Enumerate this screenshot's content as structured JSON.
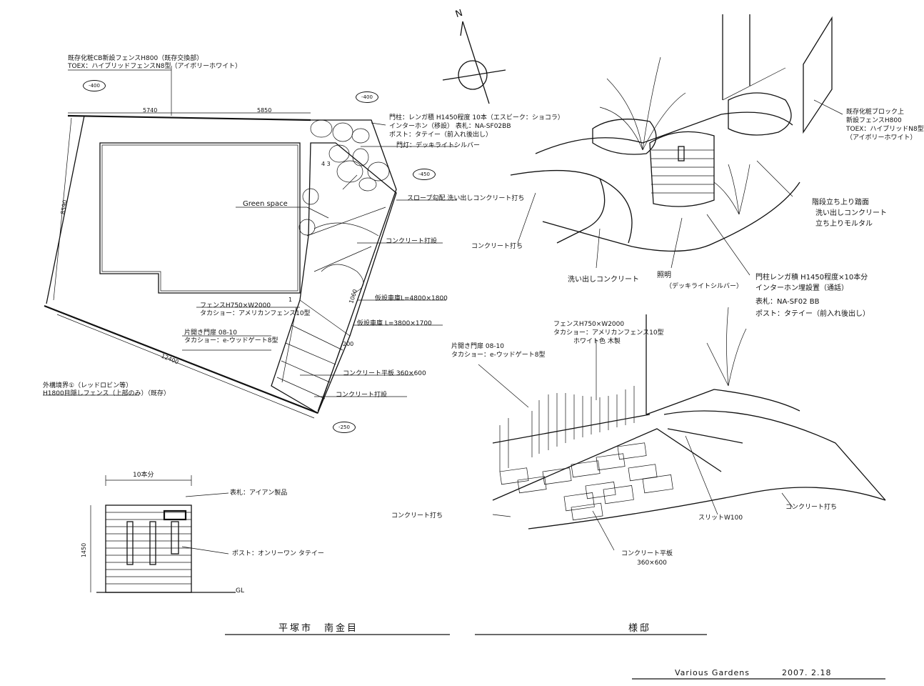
{
  "plan": {
    "notes": {
      "fence_top1": "既存化粧CB新設フェンスH800（既存交換部）",
      "fence_top2": "TOEX：ハイブリッドフェンスN8型（アイボリーホワイト）",
      "gate_brick": "門柱：レンガ積 H1450程度 10本（エスビーク：ショコラ）",
      "intercom": "インターホン（移設）  表札：NA-SF02BB",
      "post": "ポスト：タテイー（前入れ後出し）",
      "light": "門灯：デッキライトシルバー",
      "slope": "スロープ勾配 洗い出しコンクリート打ち",
      "green": "Green space",
      "conc1": "コンクリート打設",
      "car1": "仮設車庫L=4800×1800",
      "car2": "仮設車庫 L=3800×1700",
      "fence_hw": "フェンスH750×W2000",
      "takasho": "タカショー：アメリカンフェンス10型",
      "gate_open": "片開き門扉 08-10",
      "takasho2": "タカショー：e-ウッドゲート8型",
      "paver": "コンクリート平板 360×600",
      "conc2": "コンクリート打設",
      "boundary1": "外構境界①（レッドロビン等）",
      "boundary2": "H1800目隠しフェンス（上部のみ）（既存）"
    },
    "dims": {
      "d5740": "5740",
      "d5850": "5850",
      "d8590": "8590",
      "d12400": "12400",
      "d1060": "1060",
      "d200": "200",
      "d43": "4  3",
      "d18": "1"
    },
    "levels": {
      "l1": "-400",
      "l2": "-400",
      "l3": "-450",
      "l4": "-250"
    }
  },
  "elevation": {
    "top_dim": "10本分",
    "height": "1450",
    "gl": "GL",
    "nameplate": "表札：アイアン製品",
    "post": "ポスト：オンリーワン  タテイー"
  },
  "persp_top": {
    "brick_fence1": "既存化粧ブロック上",
    "brick_fence2": "新設フェンスH800",
    "brick_fence3": "TOEX：ハイブリッドN8型",
    "brick_fence4": "（アイボリーホワイト）",
    "step1": "階段立ち上り踏面",
    "step2": "洗い出しコンクリート",
    "step3": "立ち上りモルタル",
    "conc": "コンクリート打ち",
    "wash": "洗い出しコンクリート",
    "light1": "照明",
    "light2": "（デッキライトシルバー）",
    "gate1": "門柱レンガ積 H1450程度×10本分",
    "gate2": "インターホン埋設置（通話）",
    "plate": "表札：NA-SF02 BB",
    "post": "ポスト：タテイー（前入れ後出し）"
  },
  "persp_bottom": {
    "fence1": "フェンスH750×W2000",
    "fence2": "タカショー：アメリカンフェンス10型",
    "fence3": "ホワイト色 木製",
    "gate1": "片開き門扉 08-10",
    "gate2": "タカショー：e-ウッドゲート8型",
    "conc_left": "コンクリート打ち",
    "slit": "スリットW100",
    "conc_right": "コンクリート打ち",
    "paver1": "コンクリート平板",
    "paver2": "360×600"
  },
  "compass": {
    "n": "N"
  },
  "title": {
    "city": "平塚市　南金目",
    "client": "様邸"
  },
  "signature": {
    "company": "Various Gardens",
    "date": "2007. 2.18"
  }
}
